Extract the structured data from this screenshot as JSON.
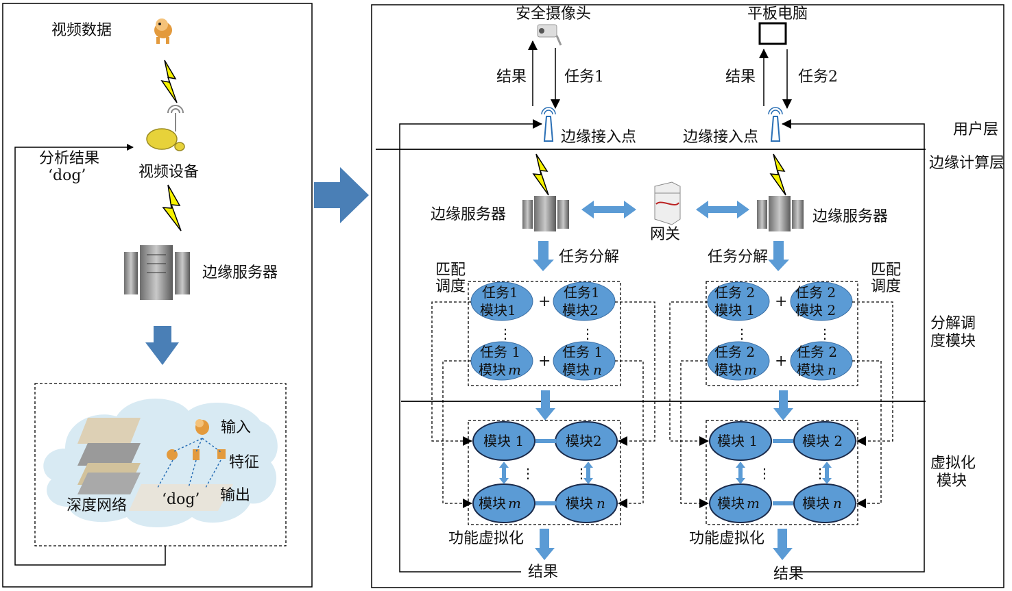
{
  "left_panel": {
    "video_data": "视频数据",
    "video_device": "视频设备",
    "analysis_result": "分析结果",
    "result_value": "‘dog’",
    "edge_server": "边缘服务器",
    "input": "输入",
    "feature": "特征",
    "output": "输出",
    "deep_network": "深度网络",
    "output_value": "‘dog’"
  },
  "right_panel": {
    "camera": "安全摄像头",
    "tablet": "平板电脑",
    "result": "结果",
    "task1": "任务1",
    "task2": "任务2",
    "access_point": "边缘接入点",
    "user_layer": "用户层",
    "edge_layer": "边缘计算层",
    "edge_server": "边缘服务器",
    "gateway": "网关",
    "task_decomp": "任务分解",
    "match_schedule": [
      "匹配",
      "调度"
    ],
    "decomp_module": [
      "分解调",
      "度模块"
    ],
    "virtual_module": [
      "虚拟化",
      "模块"
    ],
    "func_virtual": "功能虚拟化",
    "plus": "+",
    "dots": "⋮",
    "left_group": {
      "top": [
        [
          "任务1",
          "模块1"
        ],
        [
          "任务1",
          "模块2"
        ]
      ],
      "bottom": [
        [
          "任务 1",
          "模块"
        ],
        [
          "任务 1",
          "模块"
        ]
      ],
      "sub": [
        "m",
        "n"
      ],
      "modules": [
        "模块 1",
        "模块2",
        "模块",
        "模块"
      ]
    },
    "right_group": {
      "top": [
        [
          "任务 2",
          "模块 1"
        ],
        [
          "任务 2",
          "模块 2"
        ]
      ],
      "bottom": [
        [
          "任务 2",
          "模块"
        ],
        [
          "任务 2",
          "模块"
        ]
      ],
      "sub": [
        "m",
        "n"
      ],
      "modules": [
        "模块 1",
        "模块 2",
        "模块",
        "模块"
      ]
    }
  }
}
